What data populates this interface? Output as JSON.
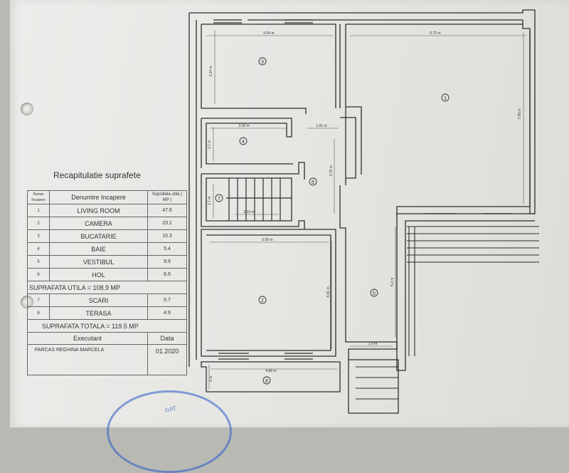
{
  "recap": {
    "title": "Recapitulatie suprafete",
    "headers": {
      "nr": "Numar Incapere",
      "name": "Denumire Incapere",
      "area": "Suprafata utila ( MP )"
    },
    "rooms": [
      {
        "nr": "1",
        "name": "LIVING ROOM",
        "area": "47.6"
      },
      {
        "nr": "2",
        "name": "CAMERA",
        "area": "23.1"
      },
      {
        "nr": "3",
        "name": "BUCATARIE",
        "area": "15.3"
      },
      {
        "nr": "4",
        "name": "BAIE",
        "area": "5.4"
      },
      {
        "nr": "5",
        "name": "VESTIBUL",
        "area": "9.9"
      },
      {
        "nr": "6",
        "name": "HOL",
        "area": "6.6"
      }
    ],
    "utila_total": "SUPRAFATA UTILA = 108.9 MP",
    "extra_rooms": [
      {
        "nr": "7",
        "name": "SCARI",
        "area": "5.7"
      },
      {
        "nr": "8",
        "name": "TERASA",
        "area": "4.9"
      }
    ],
    "grand_total": "SUPRAFATA TOTALA = 119.5 MP",
    "executant_label": "Executant",
    "data_label": "Data",
    "executant_name": "FARCAS REGHINA MARCELA",
    "date": "01.2020"
  },
  "plan": {
    "room_numbers": [
      "1",
      "2",
      "3",
      "4",
      "5",
      "6",
      "7",
      "8"
    ],
    "dimensions": {
      "d1": "5.04 m",
      "d2": "6.72 m",
      "d3": "3.24 m",
      "d4": "7.09 m",
      "d5": "3.18 m",
      "d6": "1.91 m",
      "d7": "1.7 m",
      "d8": "3.78 m",
      "d9": "1.7 m",
      "d10": "3.13 m",
      "d11": "5.05 m",
      "d12": "4.61 m",
      "d13": "5.2 m",
      "d14": "1.9 m",
      "d15": "4.88 m",
      "d16": "1 m"
    }
  },
  "stamp": {
    "text": "GAT"
  }
}
